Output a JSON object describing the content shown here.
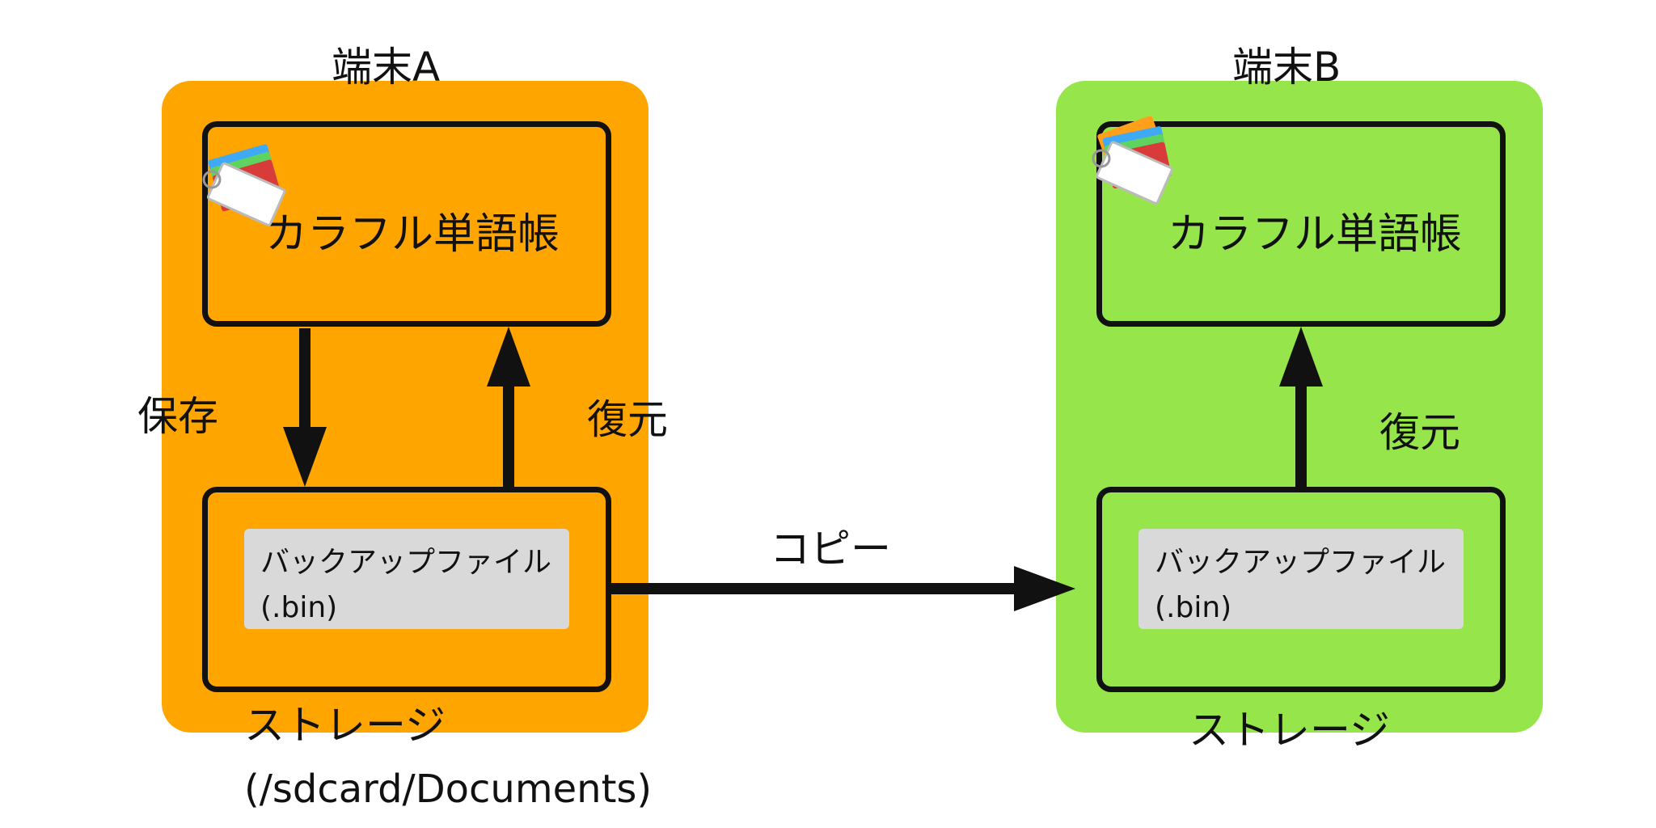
{
  "device_a": {
    "title": "端末A",
    "color": "#ffa500",
    "app_name": "カラフル単語帳",
    "storage_label": "ストレージ",
    "storage_path": "(/sdcard/Documents)",
    "backup_file_name": "バックアップファイル",
    "backup_file_ext": "(.bin)",
    "save_label": "保存",
    "restore_label": "復元"
  },
  "device_b": {
    "title": "端末B",
    "color": "#96e64b",
    "app_name": "カラフル単語帳",
    "storage_label": "ストレージ",
    "backup_file_name": "バックアップファイル",
    "backup_file_ext": "(.bin)",
    "restore_label": "復元"
  },
  "copy_label": "コピー",
  "colors": {
    "stroke": "#111111",
    "backup_fill": "#d9d9d9",
    "card_blue": "#3fa9f5",
    "card_green": "#5fd35f",
    "card_red": "#d93a3a",
    "card_orange": "#ff9f1a"
  },
  "icons": [
    "flashcard-icon"
  ]
}
